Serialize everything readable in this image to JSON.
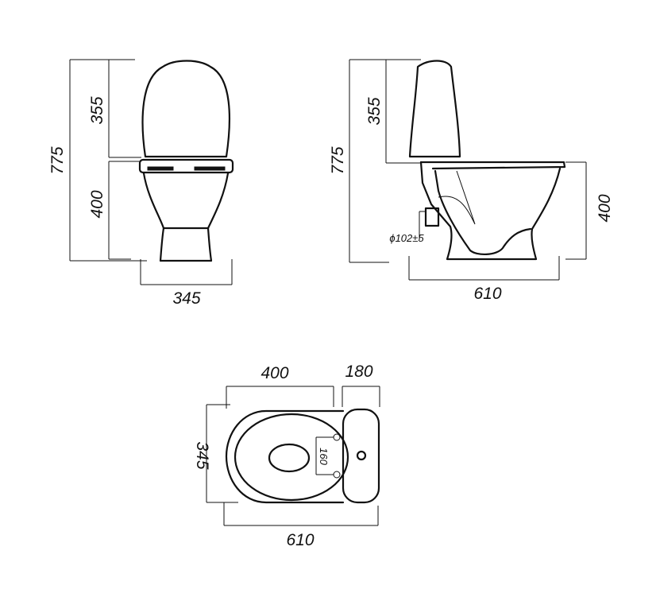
{
  "front_view": {
    "overall_height": "775",
    "tank_height": "355",
    "bowl_height": "400",
    "width": "345"
  },
  "side_view": {
    "overall_height": "775",
    "tank_height": "355",
    "bowl_height": "400",
    "length": "610",
    "outlet_diameter": "ϕ102±5"
  },
  "top_view": {
    "bowl_length": "400",
    "tank_depth": "180",
    "width": "345",
    "hole_spacing": "160",
    "overall_length": "610"
  }
}
